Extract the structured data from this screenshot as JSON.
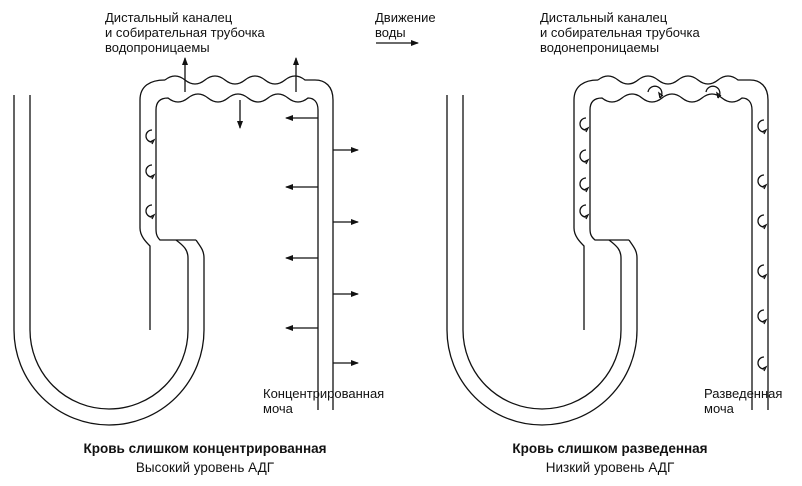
{
  "left": {
    "header_line1": "Дистальный каналец",
    "header_line2": "и собирательная трубочка",
    "header_line3": "водопроницаемы",
    "urine_line1": "Концентрированная",
    "urine_line2": "моча",
    "caption_bold": "Кровь слишком концентрированная",
    "caption": "Высокий уровень АДГ"
  },
  "legend": {
    "line1": "Движение",
    "line2": "воды"
  },
  "right": {
    "header_line1": "Дистальный каналец",
    "header_line2": "и собирательная трубочка",
    "header_line3": "водонепроницаемы",
    "urine_line1": "Разведенная",
    "urine_line2": "моча",
    "caption_bold": "Кровь слишком разведенная",
    "caption": "Низкий уровень АДГ"
  }
}
